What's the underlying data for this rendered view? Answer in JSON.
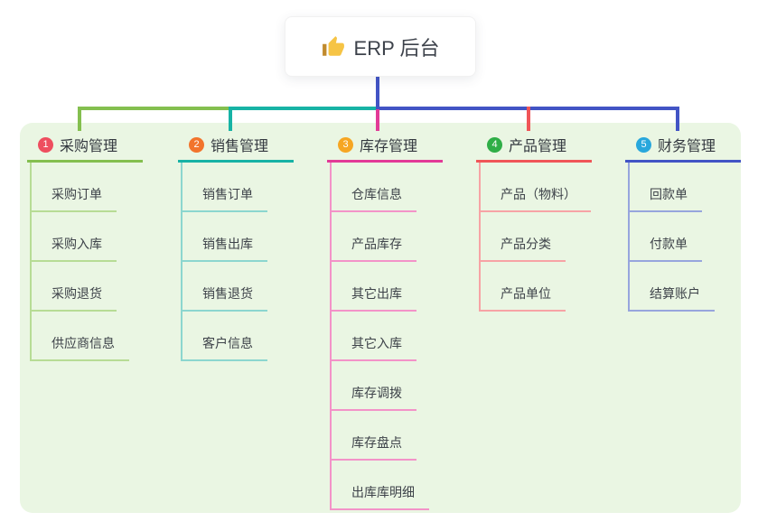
{
  "root": {
    "title": "ERP 后台",
    "icon": "thumbs-up-icon"
  },
  "canvas": {
    "background": "#ffffff",
    "panel_color": "#eaf6e3",
    "root_connector_color": "#4254c5",
    "text_color": "#3d4249"
  },
  "branches": [
    {
      "badge": "1",
      "label": "采购管理",
      "badge_color": "#ee4e5f",
      "line_color": "#84bf4f",
      "child_line_color": "#b7dc95",
      "children": [
        "采购订单",
        "采购入库",
        "采购退货",
        "供应商信息"
      ]
    },
    {
      "badge": "2",
      "label": "销售管理",
      "badge_color": "#f2742c",
      "line_color": "#17b3a5",
      "child_line_color": "#8cd6cf",
      "children": [
        "销售订单",
        "销售出库",
        "销售退货",
        "客户信息"
      ]
    },
    {
      "badge": "3",
      "label": "库存管理",
      "badge_color": "#f6a623",
      "line_color": "#e23a97",
      "child_line_color": "#f393c8",
      "children": [
        "仓库信息",
        "产品库存",
        "其它出库",
        "其它入库",
        "库存调拨",
        "库存盘点",
        "出库库明细"
      ]
    },
    {
      "badge": "4",
      "label": "产品管理",
      "badge_color": "#2fae47",
      "line_color": "#f05558",
      "child_line_color": "#f7a3a5",
      "children": [
        "产品（物料）",
        "产品分类",
        "产品单位"
      ]
    },
    {
      "badge": "5",
      "label": "财务管理",
      "badge_color": "#28a7dc",
      "line_color": "#4254c5",
      "child_line_color": "#97a5dd",
      "children": [
        "回款单",
        "付款单",
        "结算账户"
      ]
    }
  ]
}
